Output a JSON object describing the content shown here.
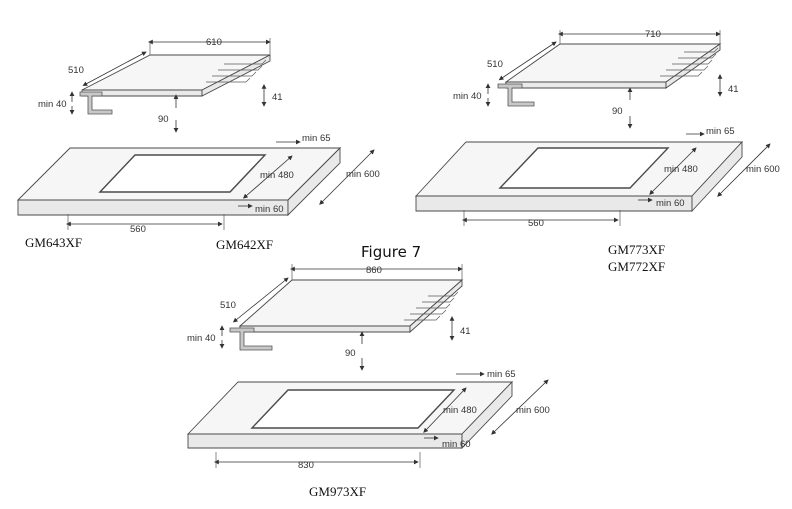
{
  "figure_caption": "Figure 7",
  "models": {
    "gm643": "GM643XF",
    "gm642": "GM642XF",
    "gm773": "GM773XF",
    "gm772": "GM772XF",
    "gm973": "GM973XF"
  },
  "diagram_a": {
    "width": "610",
    "depth": "510",
    "min_clear": "min 40",
    "height": "41",
    "gap": "90",
    "cut_back": "min 65",
    "cut_depth": "min 480",
    "worktop_depth": "min 600",
    "cut_front": "min 60",
    "cut_width": "560"
  },
  "diagram_b": {
    "width": "710",
    "depth": "510",
    "min_clear": "min 40",
    "height": "41",
    "gap": "90",
    "cut_back": "min 65",
    "cut_depth": "min 480",
    "worktop_depth": "min 600",
    "cut_front": "min 60",
    "cut_width": "560"
  },
  "diagram_c": {
    "width": "860",
    "depth": "510",
    "min_clear": "min 40",
    "height": "41",
    "gap": "90",
    "cut_back": "min 65",
    "cut_depth": "min 480",
    "worktop_depth": "min 600",
    "cut_front": "min 60",
    "cut_width": "830"
  }
}
